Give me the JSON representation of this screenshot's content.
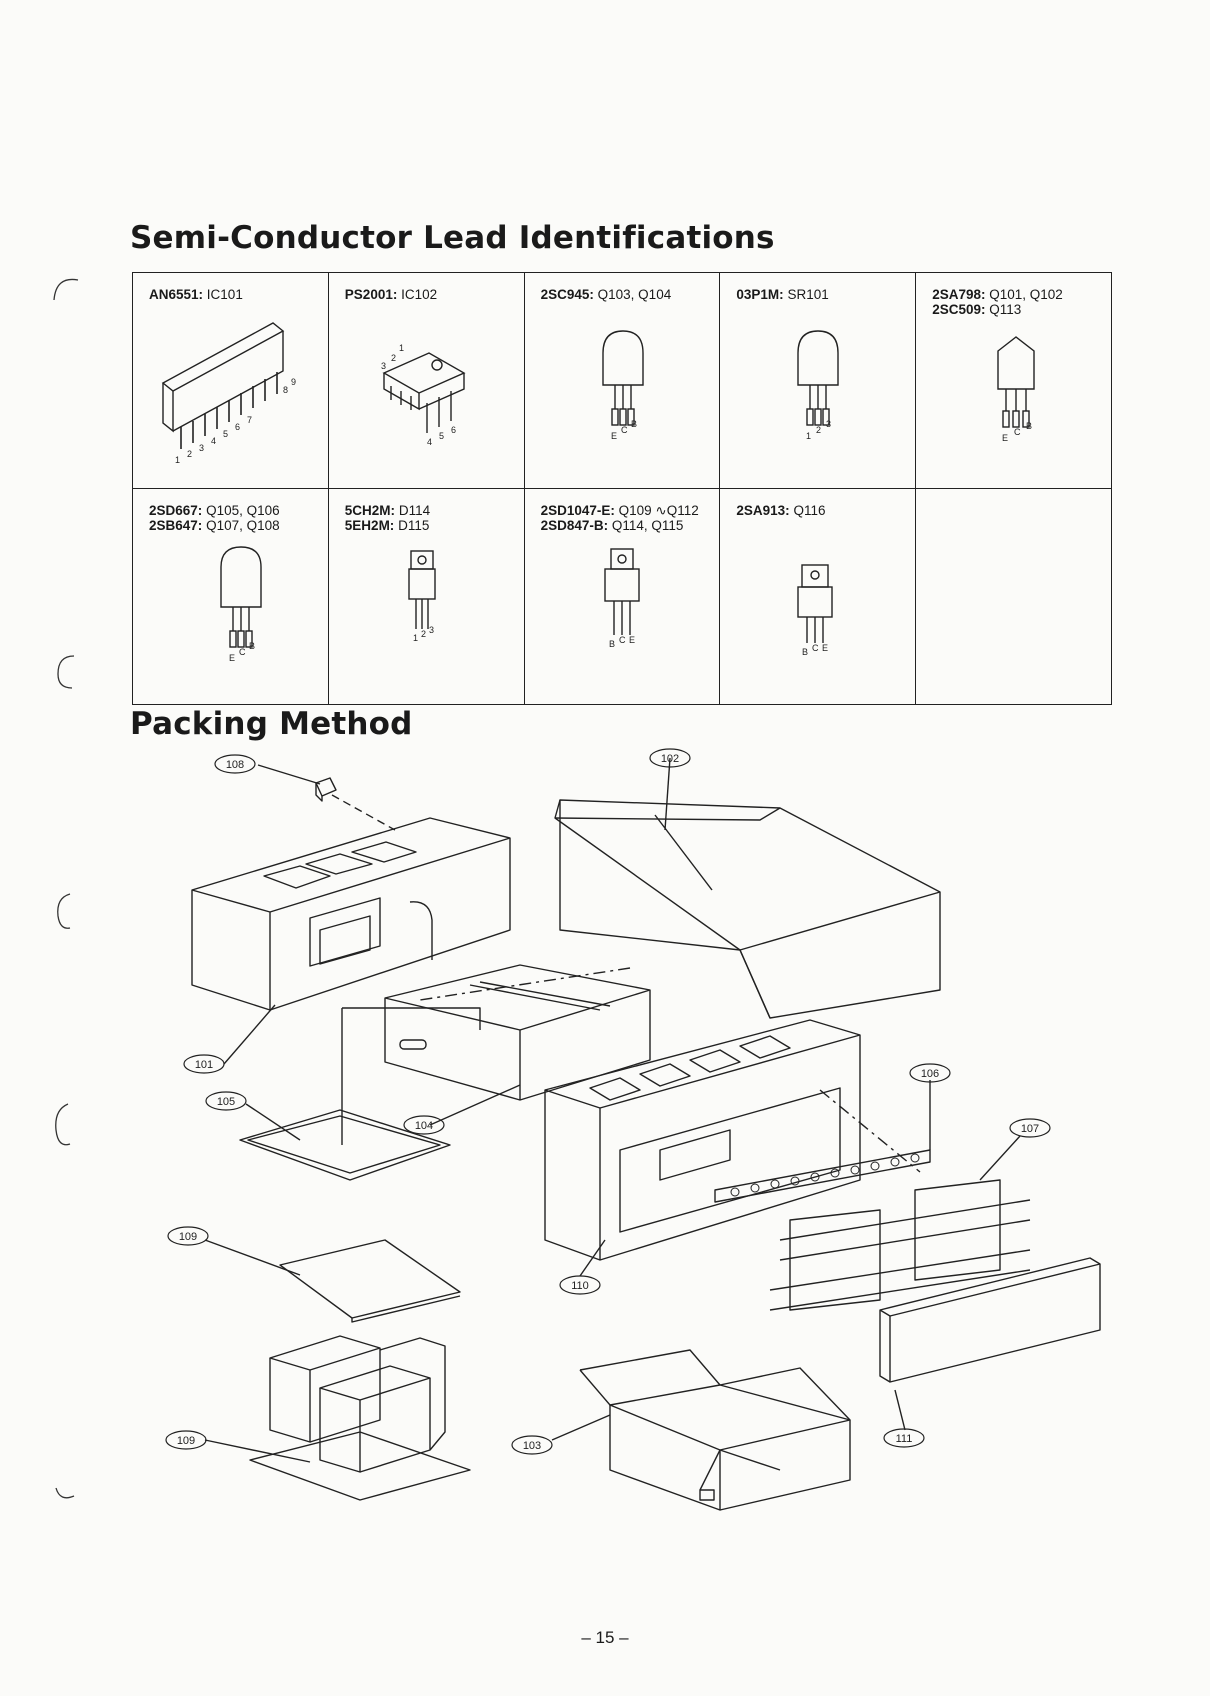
{
  "semi_conductor": {
    "title": "Semi-Conductor Lead Identifications",
    "cells": [
      {
        "line1_part": "AN6551:",
        "line1_ref": "IC101",
        "line2_part": "",
        "line2_ref": "",
        "pins": [
          "1",
          "2",
          "3",
          "4",
          "5",
          "6",
          "7",
          "8",
          "9"
        ]
      },
      {
        "line1_part": "PS2001:",
        "line1_ref": "IC102",
        "line2_part": "",
        "line2_ref": "",
        "pins": [
          "1",
          "2",
          "3",
          "4",
          "5",
          "6"
        ]
      },
      {
        "line1_part": "2SC945:",
        "line1_ref": "Q103, Q104",
        "line2_part": "",
        "line2_ref": "",
        "pins": [
          "E",
          "C",
          "B"
        ]
      },
      {
        "line1_part": "03P1M:",
        "line1_ref": "SR101",
        "line2_part": "",
        "line2_ref": "",
        "pins": [
          "1",
          "2",
          "3"
        ]
      },
      {
        "line1_part": "2SA798:",
        "line1_ref": "Q101, Q102",
        "line2_part": "2SC509:",
        "line2_ref": "Q113",
        "pins": [
          "E",
          "C",
          "B"
        ]
      },
      {
        "line1_part": "2SD667:",
        "line1_ref": "Q105, Q106",
        "line2_part": "2SB647:",
        "line2_ref": "Q107, Q108",
        "pins": [
          "E",
          "C",
          "B"
        ]
      },
      {
        "line1_part": "5CH2M:",
        "line1_ref": "D114",
        "line2_part": "5EH2M:",
        "line2_ref": "D115",
        "pins": [
          "1",
          "2",
          "3"
        ]
      },
      {
        "line1_part": "2SD1047-E:",
        "line1_ref": "Q109 ∿Q112",
        "line2_part": "2SD847-B:",
        "line2_ref": "Q114, Q115",
        "pins": [
          "B",
          "C",
          "E"
        ]
      },
      {
        "line1_part": "2SA913:",
        "line1_ref": "Q116",
        "line2_part": "",
        "line2_ref": "",
        "pins": [
          "B",
          "C",
          "E"
        ]
      },
      {
        "line1_part": "",
        "line1_ref": "",
        "line2_part": "",
        "line2_ref": "",
        "pins": []
      }
    ]
  },
  "packing": {
    "title": "Packing Method",
    "callouts": [
      "108",
      "102",
      "101",
      "106",
      "105",
      "104",
      "107",
      "109",
      "110",
      "109",
      "111",
      "103"
    ]
  },
  "footer": {
    "page_number": "– 15 –"
  }
}
